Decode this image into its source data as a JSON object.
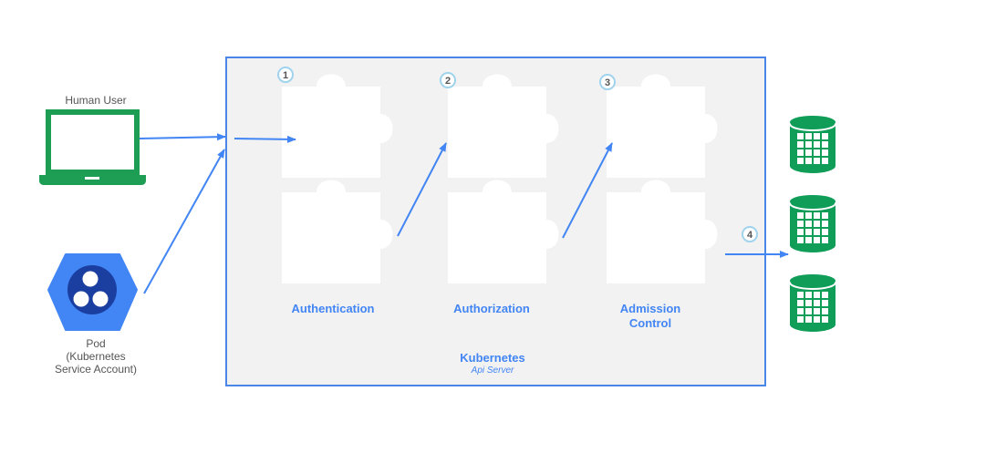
{
  "actors": {
    "human": {
      "label": "Human User",
      "icon": "laptop-icon"
    },
    "pod": {
      "lines": [
        "Pod",
        "(Kubernetes",
        "Service Account)"
      ],
      "icon": "pod-hexagon-icon"
    }
  },
  "server": {
    "name": "Kubernetes",
    "subtitle": "Api Server"
  },
  "stages": [
    {
      "step": "1",
      "label": "Authentication"
    },
    {
      "step": "2",
      "label": "Authorization"
    },
    {
      "step": "3",
      "label": "Admission\nControl"
    }
  ],
  "final_step": "4",
  "storage": {
    "icon": "database-icon",
    "count": 3
  },
  "colors": {
    "accent": "#4285f4",
    "laptop": "#1e9e55",
    "database": "#0f9d58",
    "server_border": "#4a86e8",
    "server_fill": "#f2f2f2",
    "puzzle": "#ffffff"
  }
}
